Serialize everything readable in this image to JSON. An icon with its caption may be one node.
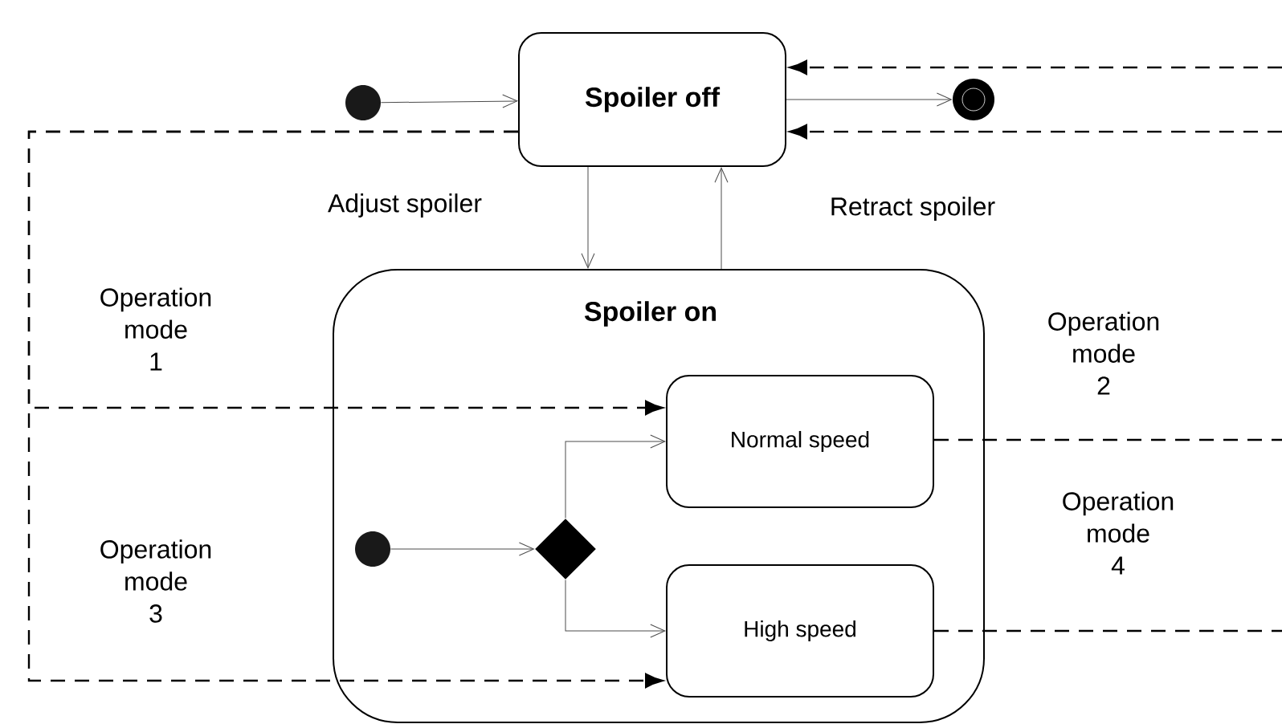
{
  "diagram": {
    "nodes": [
      {
        "text": [],
        "shape": "circle"
      },
      {
        "text": [
          "Spoiler off"
        ]
      },
      {
        "text": [],
        "shape": "circle"
      },
      {
        "text": [
          "Spoiler on"
        ]
      },
      {
        "text": [],
        "shape": "circle",
        "in": 3
      },
      {
        "text": [],
        "shape": "diamond",
        "in": 3
      },
      {
        "text": [
          "Normal speed"
        ],
        "in": 3
      },
      {
        "text": [
          "High speed"
        ],
        "in": 3
      }
    ],
    "edges": [
      {
        "from": 0,
        "to": 1,
        "arrow": "to"
      },
      {
        "from": 1,
        "to": 2,
        "arrow": "to"
      },
      {
        "from": 1,
        "to": 3,
        "arrow": "to",
        "label": "Adjust spoiler"
      },
      {
        "from": 3,
        "to": 1,
        "arrow": "to",
        "label": "Retract spoiler"
      },
      {
        "from": 4,
        "to": 5,
        "arrow": "to"
      },
      {
        "from": 5,
        "to": 6,
        "arrow": "to"
      },
      {
        "from": 5,
        "to": 7,
        "arrow": "to"
      },
      {
        "from": 1,
        "to": 6,
        "arrow": "to",
        "style": "dashed",
        "label": "Operation mode 1"
      },
      {
        "from": 1,
        "to": 7,
        "arrow": "to",
        "style": "dashed",
        "label": "Operation mode 3"
      },
      {
        "from": null,
        "to": 1,
        "arrow": "to",
        "style": "dashed"
      },
      {
        "from": null,
        "to": 1,
        "arrow": "to",
        "style": "dashed"
      },
      {
        "from": 6,
        "to": null,
        "arrow": "none",
        "style": "dashed",
        "label": "Operation mode 2"
      },
      {
        "from": 7,
        "to": null,
        "arrow": "none",
        "style": "dashed",
        "label": "Operation mode 4"
      }
    ]
  }
}
